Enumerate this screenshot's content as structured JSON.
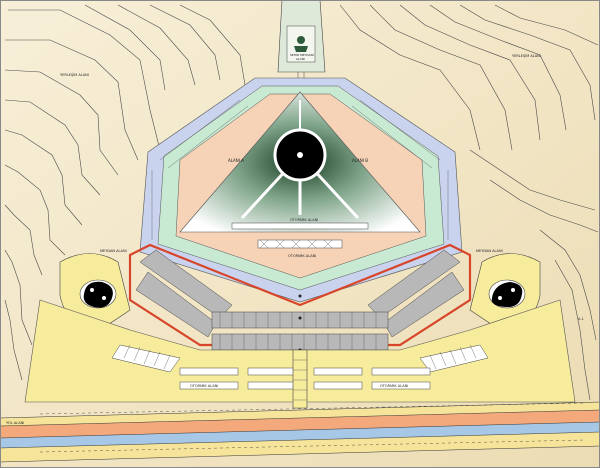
{
  "labels": {
    "top_building": "SEHİR MEYDANI",
    "top_building_sub": "ALANI",
    "contour_left": "YERLEŞİM ALANI",
    "contour_right": "YERLEŞİM ALANI",
    "segment_left": "ALANI A",
    "segment_right": "ALANI B",
    "center_note": "OTOPARK ALANI",
    "parking_upper": "OTOPARK ALANI",
    "parking_mid": "OTOPARK ALANI",
    "parking_lower_left": "OTOPARK ALANI",
    "parking_lower_right": "OTOPARK ALANI",
    "node_left": "MEYDAN ALANI",
    "node_right": "MEYDAN ALANI",
    "road_left": "YOL ALANI",
    "side_right": "A-1"
  },
  "colors": {
    "terrain": "#f1e5c8",
    "blue_band": "#c9d3ee",
    "green_band": "#c8e9d2",
    "salmon_band": "#f6d3b6",
    "yellow_zone": "#f7ec9c",
    "red_outline": "#d8452a",
    "grey_block": "#b8b8b8",
    "road_orange": "#f3a97c",
    "road_blue": "#a6c8e6",
    "road_yellow": "#f5e49a",
    "black": "#000000"
  }
}
